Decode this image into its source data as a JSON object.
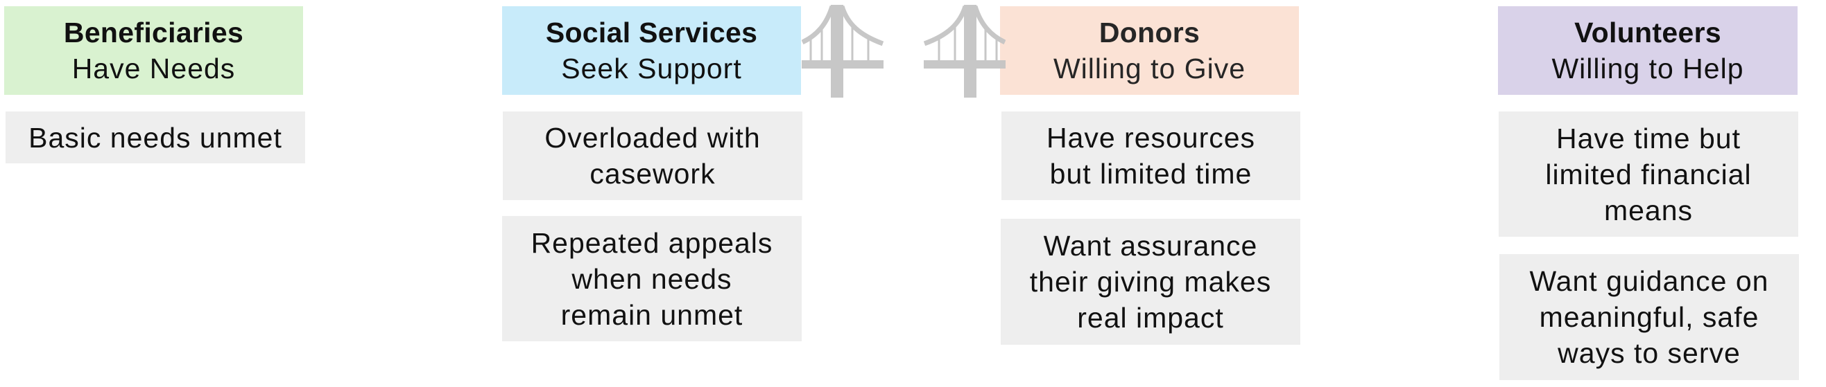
{
  "colors": {
    "beneficiaries": "#d9f2d0",
    "social_services": "#c8ebfa",
    "donors": "#fbe2d5",
    "volunteers": "#d9d2e9",
    "card": "#eeeeee",
    "bridge": "#c3c3c3"
  },
  "columns": [
    {
      "title": "Beneficiaries",
      "subtitle": "Have Needs",
      "cards": [
        "Basic needs unmet"
      ]
    },
    {
      "title": "Social Services",
      "subtitle": "Seek Support",
      "cards": [
        "Overloaded with\ncasework",
        "Repeated appeals\nwhen needs\nremain unmet"
      ]
    },
    {
      "title": "Donors",
      "subtitle": "Willing to Give",
      "cards": [
        "Have resources\nbut limited time",
        "Want assurance\ntheir giving makes\nreal impact"
      ]
    },
    {
      "title": "Volunteers",
      "subtitle": "Willing to Help",
      "cards": [
        "Have time but\nlimited financial\nmeans",
        "Want guidance on\nmeaningful, safe\nways to serve"
      ]
    }
  ],
  "icons": {
    "bridge_left": "bridge-icon",
    "bridge_right": "bridge-icon"
  }
}
